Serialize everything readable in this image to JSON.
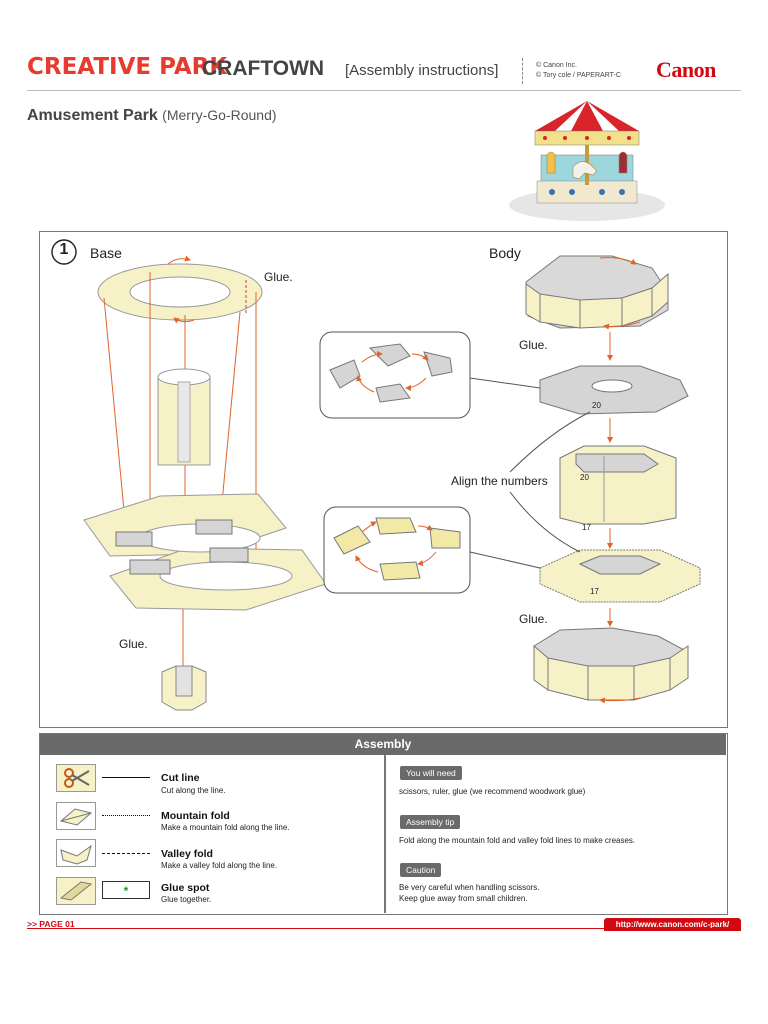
{
  "header": {
    "logo_text": "CREATIVE PARK",
    "brand": "CRAFTOWN",
    "subtitle": "[Assembly instructions]",
    "copyright_lines": [
      "© Canon Inc.",
      "© Tory cole / PAPERART-C"
    ],
    "company_logo": "Canon"
  },
  "page": {
    "title": "Amusement Park",
    "title_sub": "(Merry-Go-Round)"
  },
  "diagram": {
    "step_number": "1",
    "base_label": "Base",
    "body_label": "Body",
    "glue_labels": [
      "Glue.",
      "Glue.",
      "Glue.",
      "Glue."
    ],
    "align_label": "Align the numbers",
    "numbers": [
      "20",
      "20",
      "17",
      "17"
    ]
  },
  "assembly": {
    "heading": "Assembly",
    "legend": [
      {
        "title": "Cut line",
        "desc": "Cut along the line.",
        "icon": "scissors-icon"
      },
      {
        "title": "Mountain fold",
        "desc": "Make a mountain fold along the line.",
        "icon": "mountain-fold-icon"
      },
      {
        "title": "Valley fold",
        "desc": "Make a valley fold along the line.",
        "icon": "valley-fold-icon"
      },
      {
        "title": "Glue spot",
        "desc": "Glue together.",
        "icon": "glue-spot-icon"
      }
    ],
    "glue_mark": "*",
    "tips": [
      {
        "tag": "You will need",
        "text": [
          "scissors, ruler, glue (we recommend woodwork glue)"
        ]
      },
      {
        "tag": "Assembly tip",
        "text": [
          "Fold along the mountain fold and valley fold lines to make creases."
        ]
      },
      {
        "tag": "Caution",
        "text": [
          "Be very careful when handling scissors.",
          "Keep glue away from small children."
        ]
      }
    ]
  },
  "footer": {
    "page_label": ">> PAGE 01",
    "url": "http://www.canon.com/c-park/"
  },
  "colors": {
    "brand_red": "#d10a11",
    "paper": "#f7f1c8",
    "part_gray": "#c8c8c8",
    "arrow": "#e0632a"
  }
}
